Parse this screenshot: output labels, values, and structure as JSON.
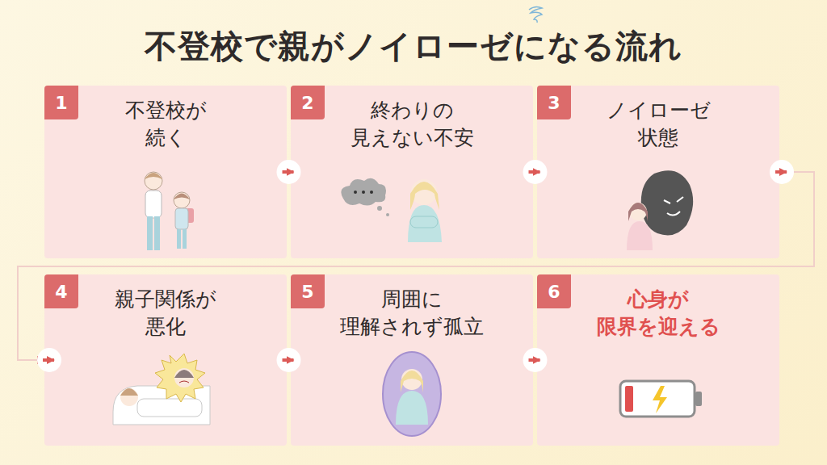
{
  "diagram": {
    "title": "不登校で親がノイローゼになる流れ",
    "nodes": [
      {
        "text": [
          "1",
          "不登校が 続く"
        ]
      },
      {
        "text": [
          "2",
          "終わりの 見えない不安"
        ]
      },
      {
        "text": [
          "3",
          "ノイローゼ 状態"
        ]
      },
      {
        "text": [
          "4",
          "親子関係が 悪化"
        ]
      },
      {
        "text": [
          "5",
          "周囲に 理解されず孤立"
        ]
      },
      {
        "text": [
          "6",
          "心身が 限界を迎える"
        ]
      }
    ],
    "edges": [
      {
        "from": 0,
        "to": 1,
        "arrow": "to"
      },
      {
        "from": 1,
        "to": 2,
        "arrow": "to"
      },
      {
        "from": 2,
        "to": 3,
        "arrow": "to"
      },
      {
        "from": 3,
        "to": 4,
        "arrow": "to"
      },
      {
        "from": 4,
        "to": 5,
        "arrow": "to"
      }
    ]
  }
}
